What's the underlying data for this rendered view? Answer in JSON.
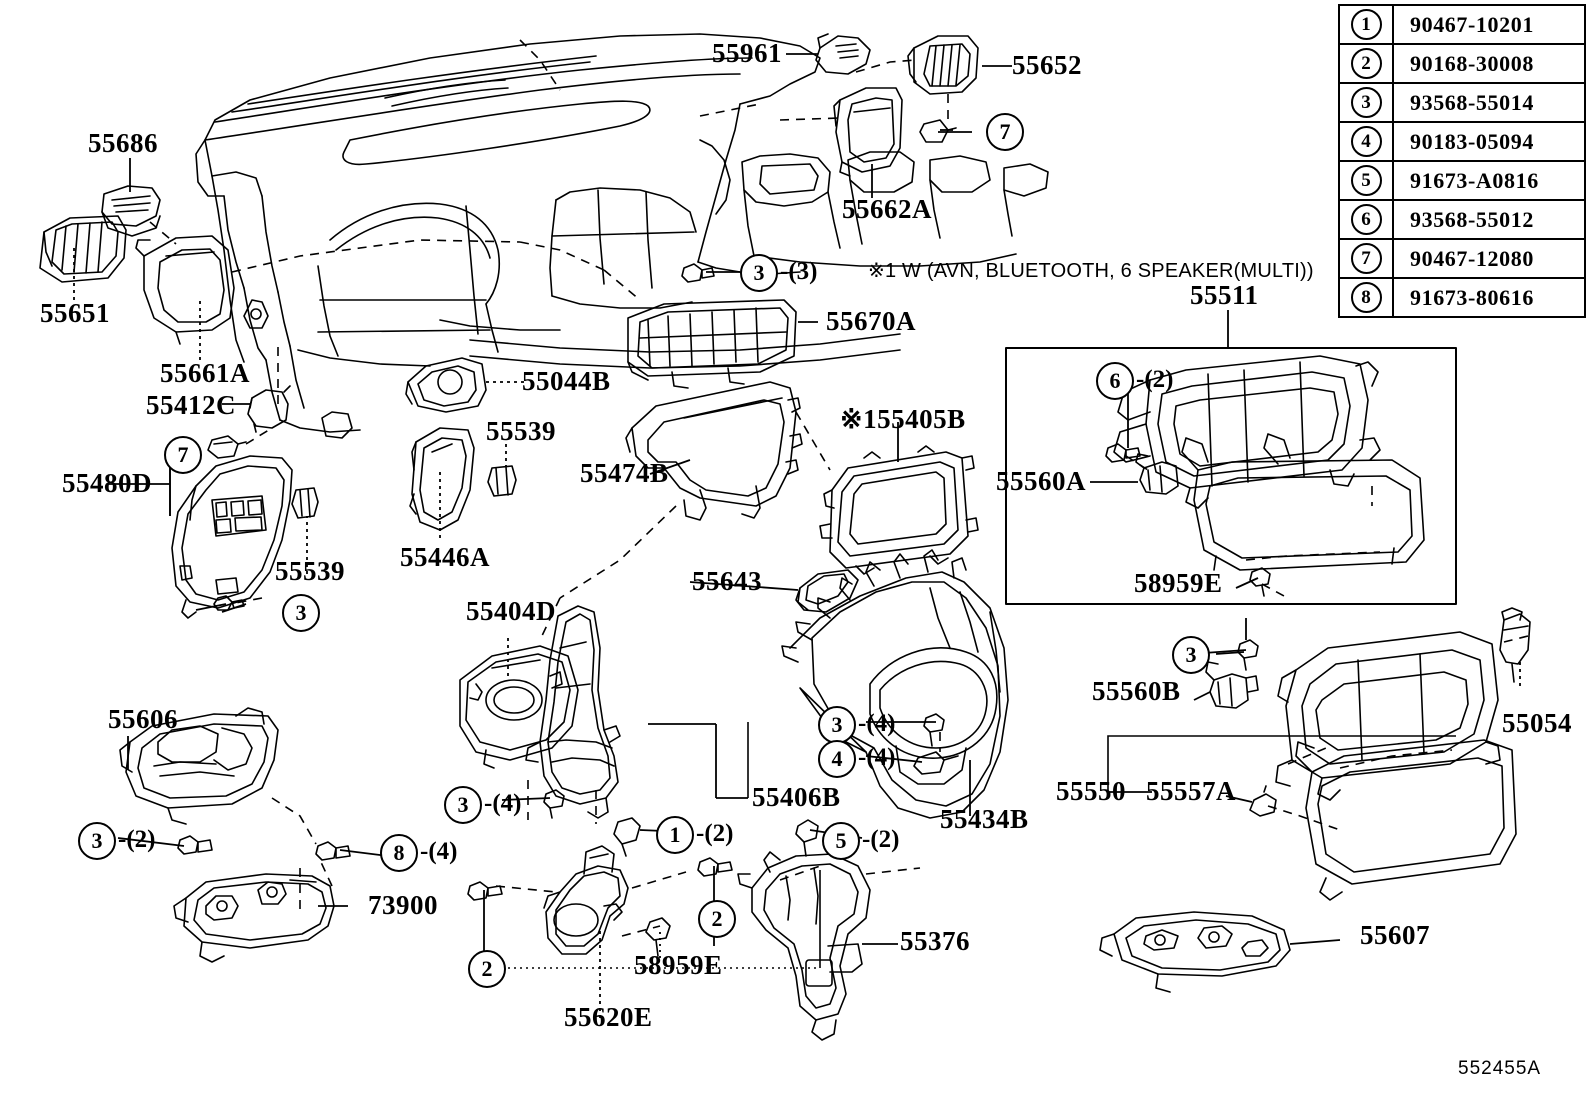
{
  "diagram": {
    "title": "Toyota instrument panel exploded parts diagram",
    "corner_code": "552455A",
    "note": "※1 W (AVN, BLUETOOTH, 6 SPEAKER(MULTI))"
  },
  "legend": {
    "rows": [
      {
        "num": "1",
        "part_number": "90467-10201"
      },
      {
        "num": "2",
        "part_number": "90168-30008"
      },
      {
        "num": "3",
        "part_number": "93568-55014"
      },
      {
        "num": "4",
        "part_number": "90183-05094"
      },
      {
        "num": "5",
        "part_number": "91673-A0816"
      },
      {
        "num": "6",
        "part_number": "93568-55012"
      },
      {
        "num": "7",
        "part_number": "90467-12080"
      },
      {
        "num": "8",
        "part_number": "91673-80616"
      }
    ]
  },
  "part_labels": [
    {
      "id": "55686",
      "text": "55686"
    },
    {
      "id": "55651",
      "text": "55651"
    },
    {
      "id": "55661A",
      "text": "55661A"
    },
    {
      "id": "55412C",
      "text": "55412C"
    },
    {
      "id": "55480D",
      "text": "55480D"
    },
    {
      "id": "55539a",
      "text": "55539"
    },
    {
      "id": "55961",
      "text": "55961"
    },
    {
      "id": "55652",
      "text": "55652"
    },
    {
      "id": "55662A",
      "text": "55662A"
    },
    {
      "id": "55670A",
      "text": "55670A"
    },
    {
      "id": "55044B",
      "text": "55044B"
    },
    {
      "id": "55539b",
      "text": "55539"
    },
    {
      "id": "55446A",
      "text": "55446A"
    },
    {
      "id": "55474B",
      "text": "55474B"
    },
    {
      "id": "55405B",
      "text": "※155405B"
    },
    {
      "id": "55511",
      "text": "55511"
    },
    {
      "id": "55560A",
      "text": "55560A"
    },
    {
      "id": "58959E_a",
      "text": "58959E"
    },
    {
      "id": "55643",
      "text": "55643"
    },
    {
      "id": "55404D",
      "text": "55404D"
    },
    {
      "id": "55406B",
      "text": "55406B"
    },
    {
      "id": "55434B",
      "text": "55434B"
    },
    {
      "id": "55560B",
      "text": "55560B"
    },
    {
      "id": "55054",
      "text": "55054"
    },
    {
      "id": "55550",
      "text": "55550"
    },
    {
      "id": "55557A",
      "text": "55557A"
    },
    {
      "id": "55606",
      "text": "55606"
    },
    {
      "id": "73900",
      "text": "73900"
    },
    {
      "id": "55620E",
      "text": "55620E"
    },
    {
      "id": "58959E_b",
      "text": "58959E"
    },
    {
      "id": "55376",
      "text": "55376"
    },
    {
      "id": "55607",
      "text": "55607"
    }
  ],
  "callouts": [
    {
      "id": "c7_top",
      "num": "7",
      "qty": ""
    },
    {
      "id": "c3_top",
      "num": "3",
      "qty": "-(3)"
    },
    {
      "id": "c7_left",
      "num": "7",
      "qty": ""
    },
    {
      "id": "c3_left",
      "num": "3",
      "qty": ""
    },
    {
      "id": "c6_gb",
      "num": "6",
      "qty": "-(2)"
    },
    {
      "id": "c3_gbr",
      "num": "3",
      "qty": ""
    },
    {
      "id": "c3_404",
      "num": "3",
      "qty": "-(4)"
    },
    {
      "id": "c1_406",
      "num": "1",
      "qty": "-(2)"
    },
    {
      "id": "c3_434",
      "num": "3",
      "qty": "-(4)"
    },
    {
      "id": "c4_434",
      "num": "4",
      "qty": "-(4)"
    },
    {
      "id": "c5_434",
      "num": "5",
      "qty": "-(2)"
    },
    {
      "id": "c3_606",
      "num": "3",
      "qty": "-(2)"
    },
    {
      "id": "c8_739",
      "num": "8",
      "qty": "-(4)"
    },
    {
      "id": "c2_620l",
      "num": "2",
      "qty": ""
    },
    {
      "id": "c2_620r",
      "num": "2",
      "qty": ""
    }
  ]
}
